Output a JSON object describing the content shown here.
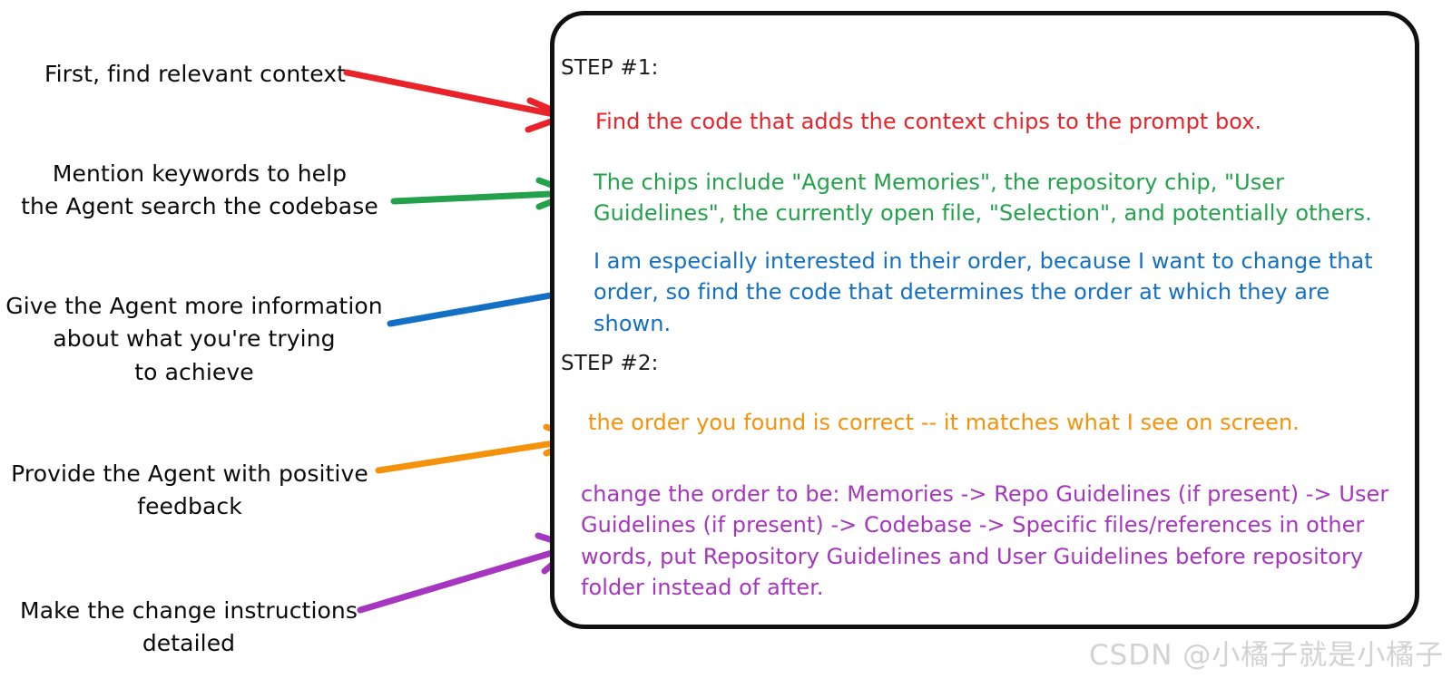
{
  "annotations": [
    {
      "id": "ann-0",
      "text": "First, find relevant context",
      "arrow_color": "#e8232a",
      "arrow_name": "red-arrow"
    },
    {
      "id": "ann-1",
      "text": "Mention keywords to help\nthe Agent search the codebase",
      "arrow_color": "#23a24b",
      "arrow_name": "green-arrow"
    },
    {
      "id": "ann-2",
      "text": "Give the Agent more information\nabout what you're trying\nto achieve",
      "arrow_color": "#1470c4",
      "arrow_name": "blue-arrow"
    },
    {
      "id": "ann-3",
      "text": "Provide the Agent with positive\nfeedback",
      "arrow_color": "#f5920b",
      "arrow_name": "orange-arrow"
    },
    {
      "id": "ann-4",
      "text": "Make the change instructions\ndetailed",
      "arrow_color": "#a636bf",
      "arrow_name": "purple-arrow"
    }
  ],
  "prompt_box": {
    "step1": {
      "label": "STEP #1:",
      "lines": [
        {
          "color": "#e8232a",
          "text": "Find the code that adds the context chips to the prompt box."
        },
        {
          "color": "#23a24b",
          "text": "The chips include \"Agent Memories\", the repository chip, \"User Guidelines\", the currently open file, \"Selection\", and potentially others."
        },
        {
          "color": "#1470c4",
          "text": "I am especially interested in their order, because I want to change that order, so find the code that determines the order at which they are shown."
        }
      ]
    },
    "step2": {
      "label": "STEP #2:",
      "lines": [
        {
          "color": "#f5920b",
          "text": "the order you found is correct -- it matches what I see on screen."
        },
        {
          "color": "#a636bf",
          "text": "change the order to be: Memories -> Repo Guidelines (if present) -> User Guidelines (if present) -> Codebase -> Specific files/references in other words, put Repository Guidelines and User Guidelines before repository folder instead of after."
        }
      ]
    }
  },
  "watermark": {
    "text": "CSDN @小橘子就是小橘子"
  },
  "colors": {
    "red": "#e8232a",
    "green": "#23a24b",
    "blue": "#1470c4",
    "orange": "#f5920b",
    "purple": "#a636bf",
    "box_border": "#111111",
    "text": "#0a0a0a",
    "watermark": "#d2d2d2"
  }
}
